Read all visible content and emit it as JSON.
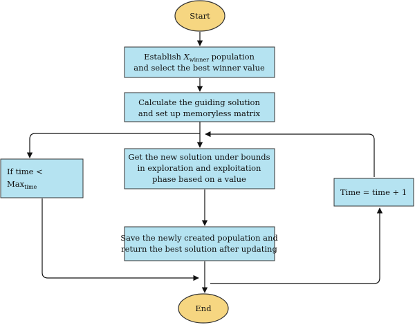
{
  "colors": {
    "terminal_fill": "#f6d681",
    "terminal_stroke": "#333333",
    "process_fill": "#b5e3f1",
    "process_stroke": "#333333",
    "arrow": "#111111"
  },
  "start": {
    "label": "Start"
  },
  "end": {
    "label": "End"
  },
  "establish": {
    "line1_pre": "Establish ",
    "line1_var": "X",
    "line1_sub": "winner",
    "line1_post": " population",
    "line2": "and select the best winner value"
  },
  "guiding": {
    "line1": "Calculate the guiding solution",
    "line2": "and set up memoryless matrix"
  },
  "new_solution": {
    "line1": "Get the new solution under bounds",
    "line2": "in exploration and exploitation",
    "line3": "phase based on a value"
  },
  "save": {
    "line1": "Save the newly created population and",
    "line2": "return the best solution after updating"
  },
  "condition": {
    "line1": "If time <",
    "line2_main": "Max",
    "line2_sub": "time"
  },
  "increment": {
    "label": "Time = time + 1"
  }
}
